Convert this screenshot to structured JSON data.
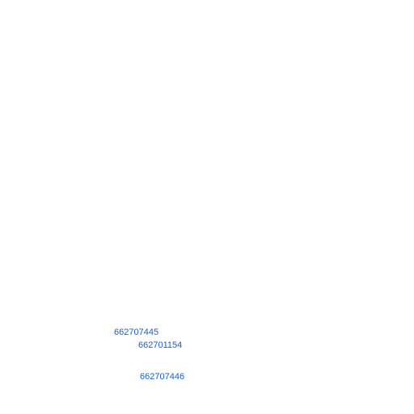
{
  "map": {
    "label_color": "#1f5fbf",
    "parcel_labels": [
      {
        "text": "662707445"
      },
      {
        "text": "662701154"
      },
      {
        "text": "662707446"
      }
    ]
  }
}
